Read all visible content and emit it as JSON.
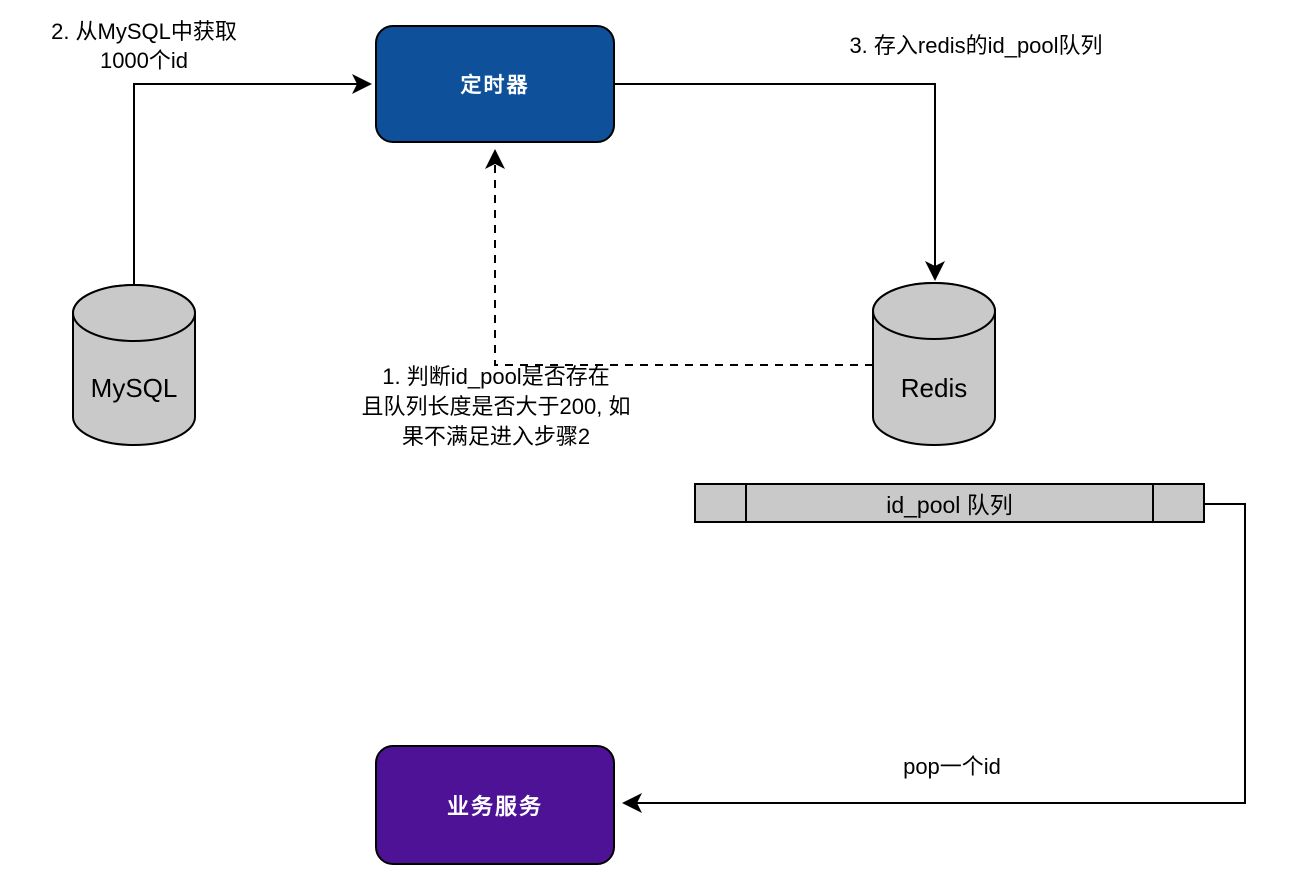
{
  "colors": {
    "background": "#ffffff",
    "timer_blue": "#0e5099",
    "service_purple": "#4e1296",
    "node_gray": "#c9c9c9",
    "stroke_black": "#000000",
    "node_label_white": "#ffffff",
    "text_black": "#000000"
  },
  "nodes": {
    "timer": {
      "label": "定时器",
      "shape": "rounded-rect",
      "color": "#0e5099"
    },
    "mysql": {
      "label": "MySQL",
      "shape": "cylinder",
      "color": "#c9c9c9"
    },
    "redis": {
      "label": "Redis",
      "shape": "cylinder",
      "color": "#c9c9c9"
    },
    "queue": {
      "label": "id_pool 队列",
      "shape": "segmented-bar",
      "color": "#c9c9c9"
    },
    "service": {
      "label": "业务服务",
      "shape": "rounded-rect",
      "color": "#4e1296"
    }
  },
  "annotations": {
    "step2": "2. 从MySQL中获取\n1000个id",
    "step3": "3. 存入redis的id_pool队列",
    "step1": "1. 判断id_pool是否存在\n且队列长度是否大于200, 如\n果不满足进入步骤2",
    "pop": "pop一个id"
  },
  "edges": [
    {
      "from": "mysql",
      "to": "timer",
      "style": "solid",
      "annotation": "step2"
    },
    {
      "from": "timer",
      "to": "redis",
      "style": "solid",
      "annotation": "step3"
    },
    {
      "from": "redis",
      "to": "timer",
      "style": "dashed",
      "annotation": "step1"
    },
    {
      "from": "queue",
      "to": "service",
      "style": "solid",
      "annotation": "pop"
    }
  ]
}
